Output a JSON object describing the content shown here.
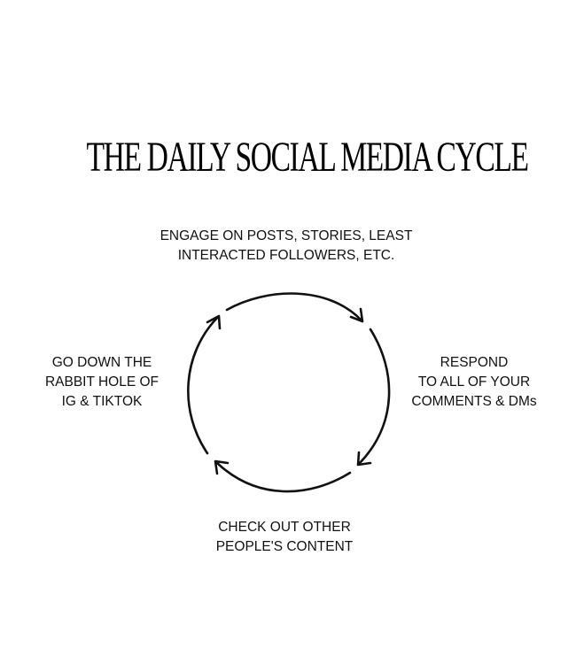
{
  "title": "THE DAILY SOCIAL MEDIA CYCLE",
  "steps": {
    "top": {
      "line1": "ENGAGE ON POSTS, STORIES, LEAST",
      "line2": "INTERACTED FOLLOWERS, ETC."
    },
    "right": {
      "line1": "RESPOND",
      "line2": "TO ALL OF YOUR",
      "line3": "COMMENTS & DMs"
    },
    "bottom": {
      "line1": "CHECK OUT OTHER",
      "line2": "PEOPLE'S CONTENT"
    },
    "left": {
      "line1": "GO DOWN THE",
      "line2": "RABBIT HOLE OF",
      "line3": "IG & TIKTOK"
    }
  },
  "colors": {
    "text": "#111111",
    "stroke": "#111111",
    "background": "#ffffff"
  }
}
